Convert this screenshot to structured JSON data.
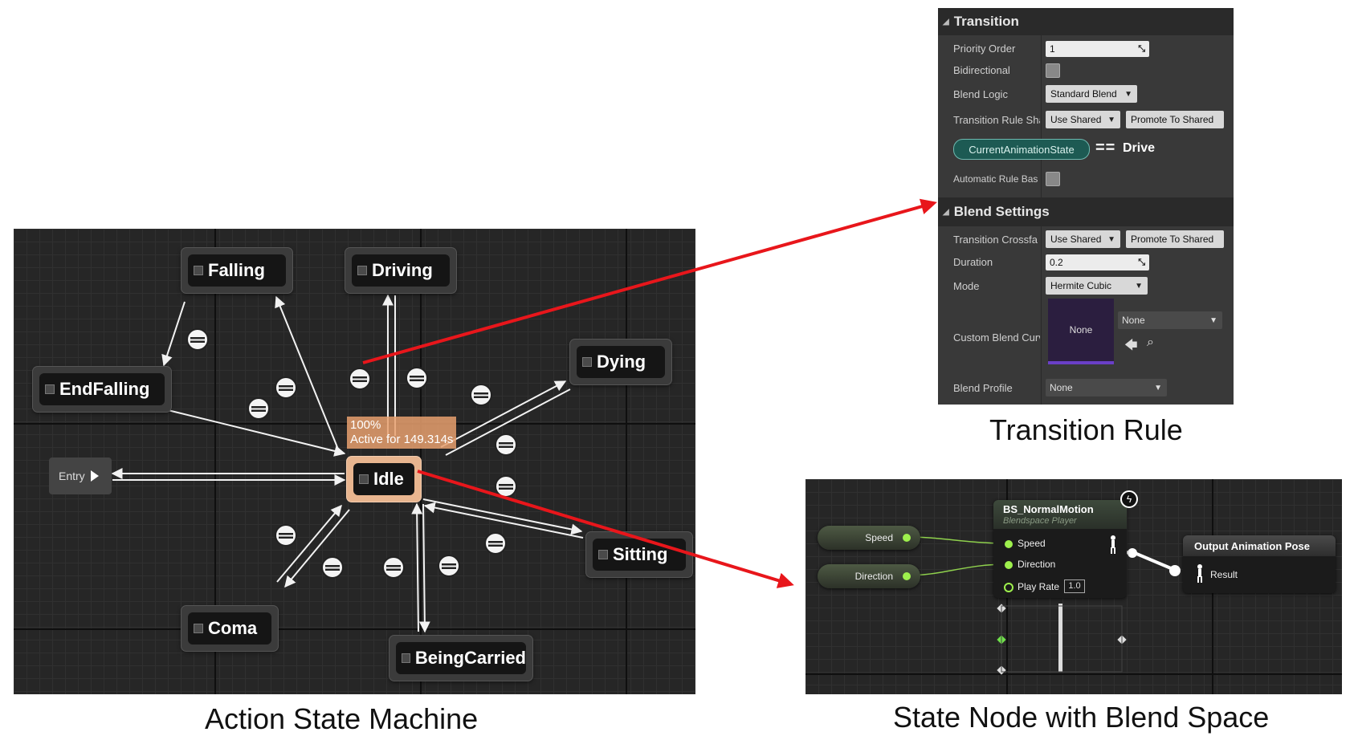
{
  "state_machine": {
    "caption": "Action State Machine",
    "states": {
      "falling": "Falling",
      "driving": "Driving",
      "dying": "Dying",
      "endfalling": "EndFalling",
      "idle": "Idle",
      "sitting": "Sitting",
      "coma": "Coma",
      "beingcarried": "BeingCarried"
    },
    "entry": "Entry",
    "tooltip": {
      "percent": "100%",
      "active": "Active for 149.314s"
    }
  },
  "transition_rule": {
    "caption": "Transition Rule",
    "section_transition": "Transition",
    "priority_order_label": "Priority Order",
    "priority_order_value": "1",
    "bidirectional_label": "Bidirectional",
    "blend_logic_label": "Blend Logic",
    "blend_logic_value": "Standard Blend",
    "transition_rule_share_label": "Transition Rule Sha",
    "use_shared": "Use Shared",
    "promote_to_shared": "Promote To Shared",
    "rule_variable": "CurrentAnimationState",
    "rule_operator": "==",
    "rule_value": "Drive",
    "automatic_rule_label": "Automatic Rule Bas",
    "section_blend": "Blend Settings",
    "transition_crossfade_label": "Transition Crossfa",
    "duration_label": "Duration",
    "duration_value": "0.2",
    "mode_label": "Mode",
    "mode_value": "Hermite Cubic",
    "custom_blend_curve_label": "Custom Blend Curv",
    "curve_thumbnail": "None",
    "curve_asset": "None",
    "blend_profile_label": "Blend Profile",
    "blend_profile_value": "None"
  },
  "state_node": {
    "caption": "State Node with Blend Space",
    "speed_var": "Speed",
    "direction_var": "Direction",
    "blendspace_title": "BS_NormalMotion",
    "blendspace_subtitle": "Blendspace Player",
    "pin_speed": "Speed",
    "pin_direction": "Direction",
    "pin_playrate": "Play Rate",
    "playrate_value": "1.0",
    "output_title": "Output Animation Pose",
    "output_result": "Result"
  },
  "colors": {
    "arrow_red": "#e8161b",
    "idle_highlight": "#e8b58f",
    "pin_green": "#9ef04d",
    "rule_teal": "#1d5a53"
  }
}
